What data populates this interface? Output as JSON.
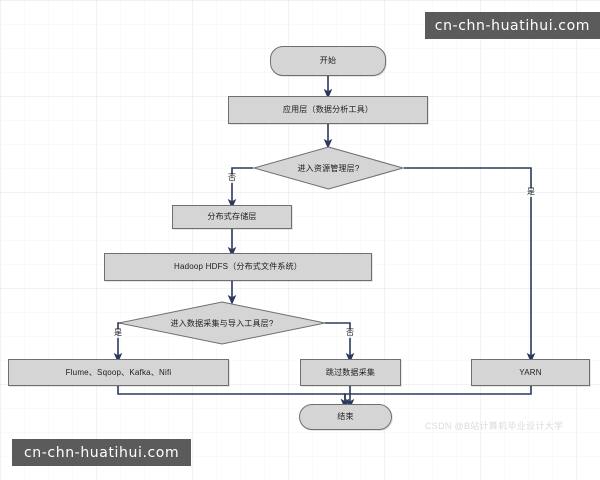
{
  "banners": {
    "top_right": "cn-chn-huatihui.com",
    "bottom_left": "cn-chn-huatihui.com"
  },
  "watermark": "CSDN @B站计算机毕业设计大学",
  "colors": {
    "node_fill": "#d5d5d5",
    "node_border": "#6f6f6f",
    "edge": "#2b3a5c",
    "banner_bg": "#5b5b5b",
    "background": "#ffffff"
  },
  "flowchart": {
    "type": "flowchart",
    "title": "",
    "nodes": [
      {
        "id": "start",
        "label": "开始",
        "shape": "terminator"
      },
      {
        "id": "app",
        "label": "应用层（数据分析工具）",
        "shape": "process"
      },
      {
        "id": "dec1",
        "label": "进入资源管理层?",
        "shape": "decision"
      },
      {
        "id": "storage",
        "label": "分布式存储层",
        "shape": "process"
      },
      {
        "id": "hdfs",
        "label": "Hadoop HDFS（分布式文件系统）",
        "shape": "process"
      },
      {
        "id": "dec2",
        "label": "进入数据采集与导入工具层?",
        "shape": "decision"
      },
      {
        "id": "tools",
        "label": "Flume、Sqoop、Kafka、Nifi",
        "shape": "process"
      },
      {
        "id": "skip",
        "label": "跳过数据采集",
        "shape": "process"
      },
      {
        "id": "yarn",
        "label": "YARN",
        "shape": "process"
      },
      {
        "id": "end",
        "label": "结束",
        "shape": "terminator"
      }
    ],
    "edges": [
      {
        "from": "start",
        "to": "app",
        "label": ""
      },
      {
        "from": "app",
        "to": "dec1",
        "label": ""
      },
      {
        "from": "dec1",
        "to": "storage",
        "label": "否"
      },
      {
        "from": "dec1",
        "to": "yarn",
        "label": "是"
      },
      {
        "from": "storage",
        "to": "hdfs",
        "label": ""
      },
      {
        "from": "hdfs",
        "to": "dec2",
        "label": ""
      },
      {
        "from": "dec2",
        "to": "tools",
        "label": "是"
      },
      {
        "from": "dec2",
        "to": "skip",
        "label": "否"
      },
      {
        "from": "tools",
        "to": "end",
        "label": ""
      },
      {
        "from": "skip",
        "to": "end",
        "label": ""
      },
      {
        "from": "yarn",
        "to": "end",
        "label": ""
      }
    ],
    "edge_labels": {
      "dec1_no": "否",
      "dec1_yes": "是",
      "dec2_yes": "是",
      "dec2_no": "否"
    }
  }
}
